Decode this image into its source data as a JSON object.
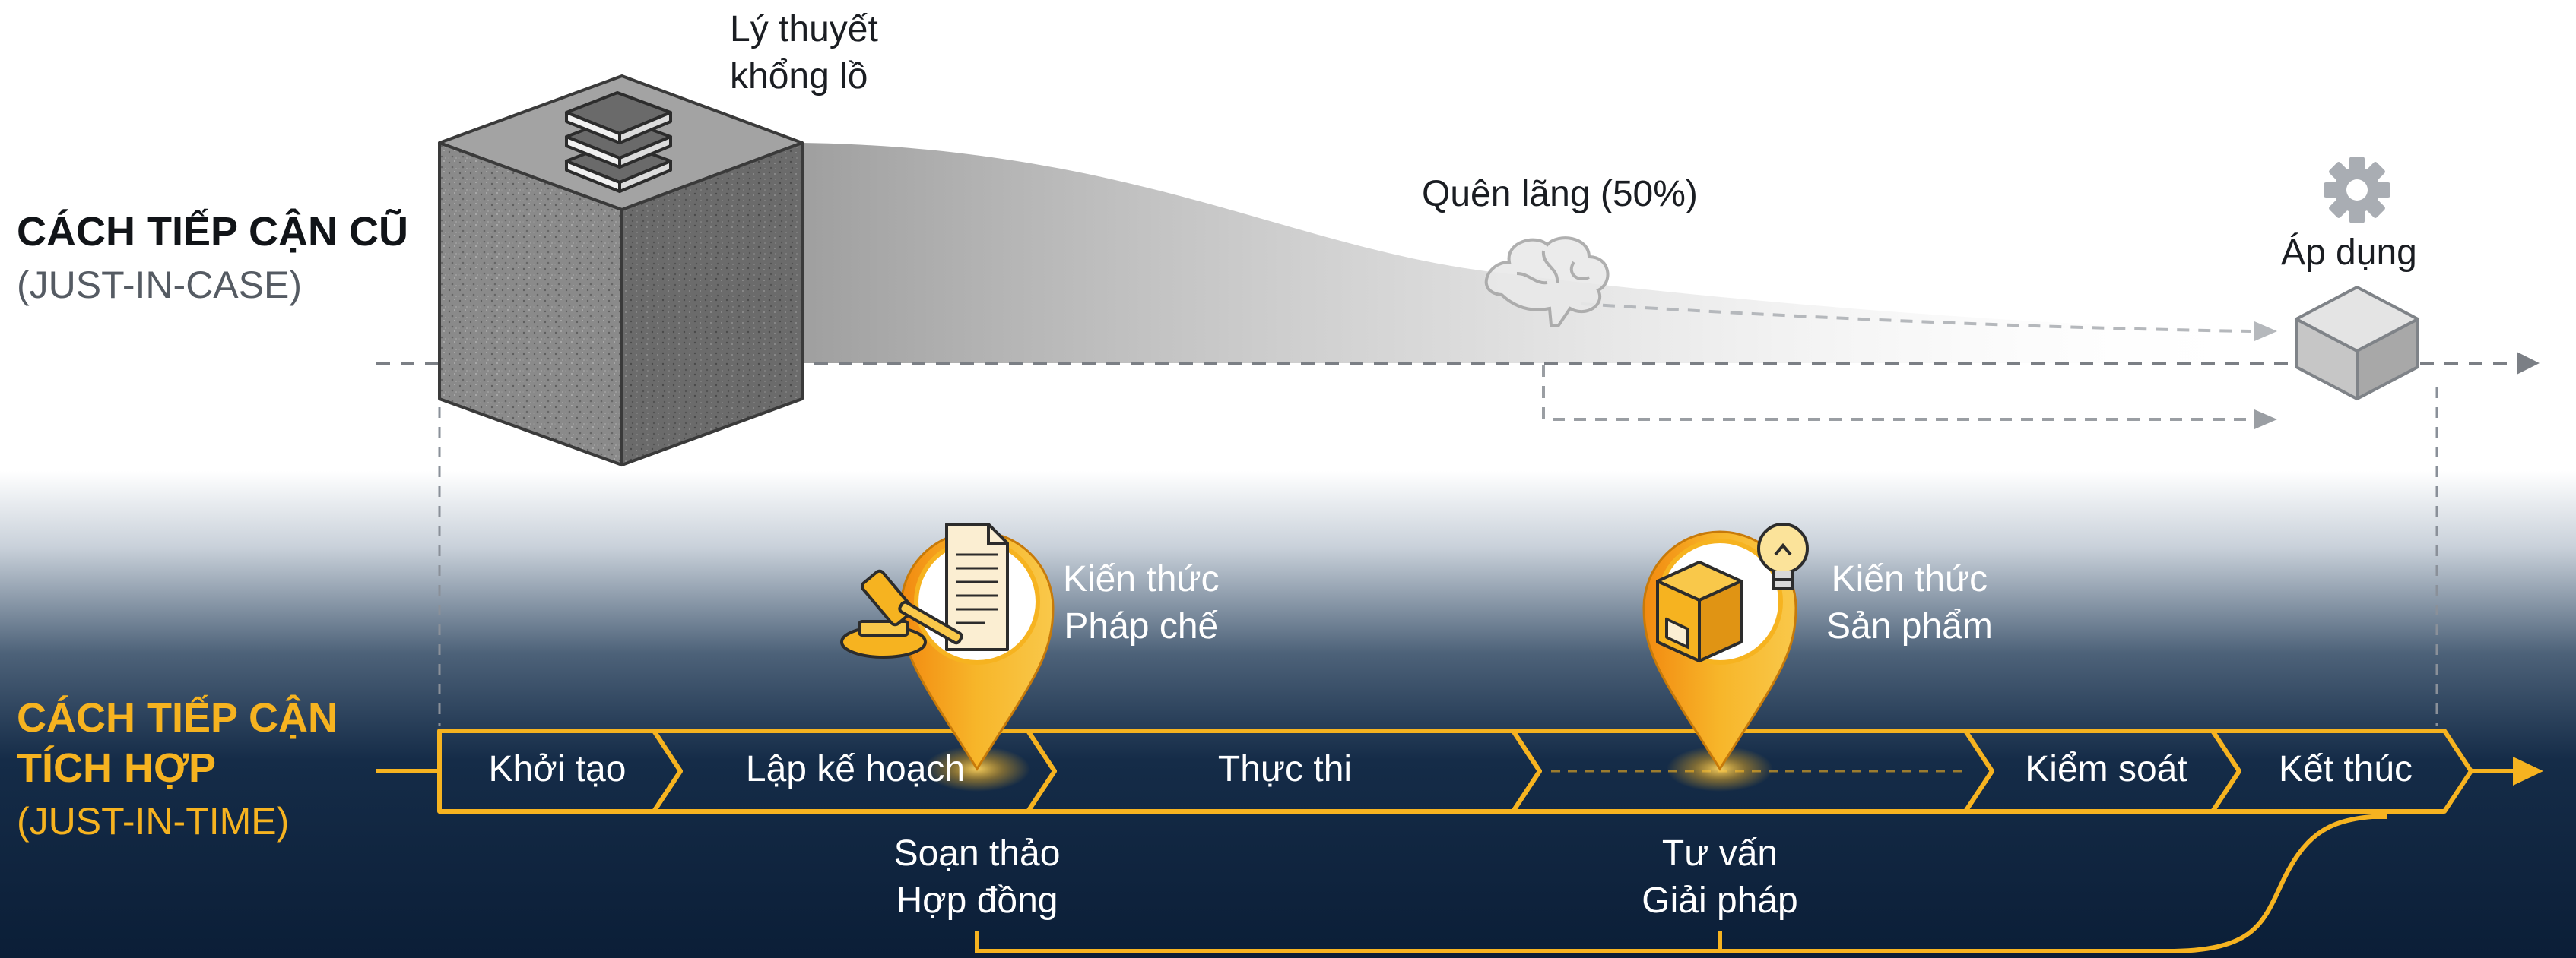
{
  "old_approach": {
    "title": "CÁCH TIẾP CẬN CŨ",
    "subtitle": "(JUST-IN-CASE)",
    "theory_label_line1": "Lý thuyết",
    "theory_label_line2": "khổng lồ",
    "forgetting_label": "Quên lãng (50%)",
    "apply_label": "Áp dụng"
  },
  "new_approach": {
    "title_line1": "CÁCH TIẾP CẬN",
    "title_line2": "TÍCH HỢP",
    "subtitle": "(JUST-IN-TIME)"
  },
  "stages": [
    {
      "label": "Khởi tạo"
    },
    {
      "label": "Lập kế hoạch"
    },
    {
      "label": "Thực thi"
    },
    {
      "label": "Kiểm soát"
    },
    {
      "label": "Kết thúc"
    }
  ],
  "knowledge_pins": [
    {
      "title_line1": "Kiến thức",
      "title_line2": "Pháp chế",
      "icon": "document-gavel-icon",
      "task_line1": "Soạn thảo",
      "task_line2": "Hợp đồng"
    },
    {
      "title_line1": "Kiến thức",
      "title_line2": "Sản phẩm",
      "icon": "box-lightbulb-icon",
      "task_line1": "Tư vấn",
      "task_line2": "Giải pháp"
    }
  ],
  "colors": {
    "accent_gold": "#f6b320",
    "navy": "#0b1e37",
    "cube_grey": "#7a7a7a"
  }
}
